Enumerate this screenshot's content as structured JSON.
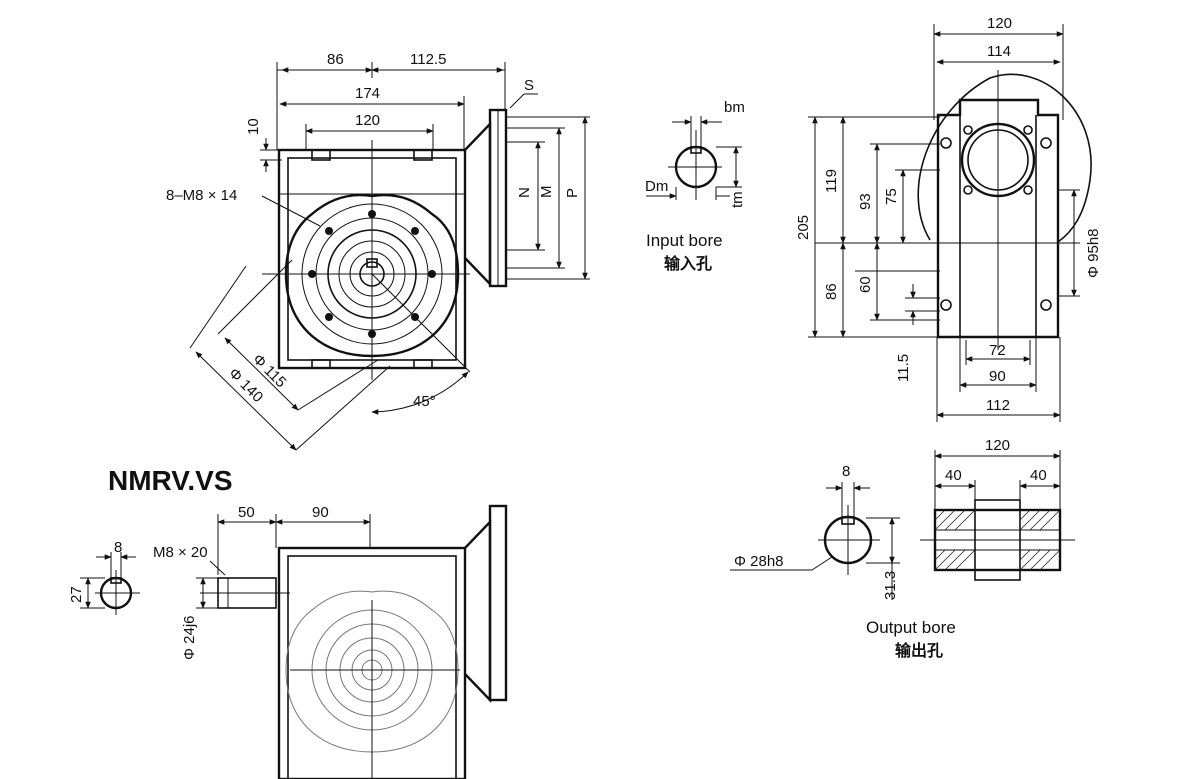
{
  "title": "NMRV.VS",
  "labels": {
    "input_bore_en": "Input bore",
    "input_bore_zh": "输入孔",
    "output_bore_en": "Output bore",
    "output_bore_zh": "输出孔"
  },
  "front_view": {
    "d86": "86",
    "d112_5": "112.5",
    "d174": "174",
    "d120": "120",
    "d10": "10",
    "s": "S",
    "n": "N",
    "m": "M",
    "p": "P",
    "bolts": "8–M8 × 14",
    "phi115": "Φ 115",
    "phi140": "Φ 140",
    "angle": "45°"
  },
  "input_bore": {
    "bm": "bm",
    "dm": "Dm",
    "tm": "tm"
  },
  "side_view": {
    "d120": "120",
    "d114": "114",
    "d205": "205",
    "d119": "119",
    "d93": "93",
    "d75": "75",
    "d86": "86",
    "d60": "60",
    "d11_5": "11.5",
    "d72": "72",
    "d90": "90",
    "d112": "112",
    "phi95": "Φ 95h8"
  },
  "output_bore": {
    "d8": "8",
    "phi28": "Φ 28h8",
    "d31_3": "31.3",
    "d120": "120",
    "d40a": "40",
    "d40b": "40"
  },
  "shaft_view": {
    "d8": "8",
    "d27": "27",
    "d50": "50",
    "d90": "90",
    "m8x20": "M8 × 20",
    "phi24": "Φ 24j6"
  }
}
